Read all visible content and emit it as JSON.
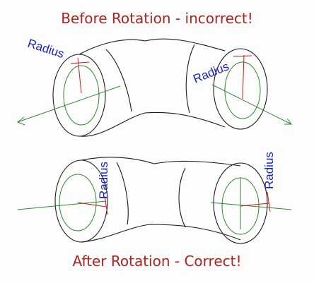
{
  "titles": {
    "top": "Before Rotation - incorrect!",
    "bottom": "After Rotation - Correct!"
  },
  "radius_label": "Radius",
  "colors": {
    "title": "#b0221c",
    "label": "#1622c8",
    "outline": "#1a1a1a",
    "inner_circle": "#2a8a2a",
    "axis": "#2a8a2a",
    "radius_line": "#d21414"
  }
}
